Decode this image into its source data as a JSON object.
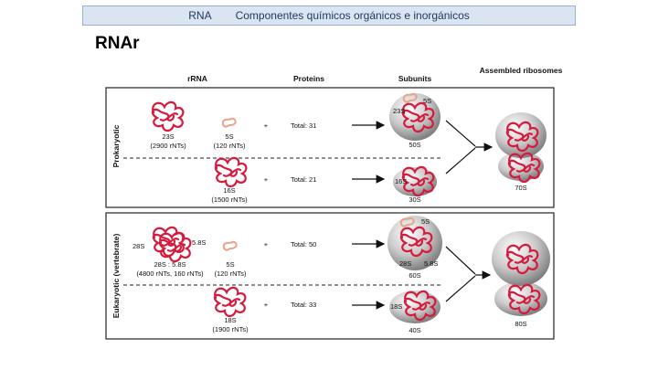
{
  "header": {
    "left": "RNA",
    "right": "Componentes químicos orgánicos e inorgánicos"
  },
  "title": "RNAr",
  "columns": {
    "rrna": "rRNA",
    "proteins": "Proteins",
    "subunits": "Subunits",
    "assembled": "Assembled ribosomes"
  },
  "prokaryotic": {
    "label": "Prokaryotic",
    "large": {
      "rrna1_name": "23S",
      "rrna1_len": "(2900 rNTs)",
      "rrna2_name": "5S",
      "rrna2_len": "(120 rNTs)",
      "plus": "+",
      "proteins": "Total:  31",
      "subunit": "50S",
      "sub_23s": "23S",
      "sub_5s": "5S"
    },
    "small": {
      "rrna_name": "16S",
      "rrna_len": "(1500 rNTs)",
      "plus": "+",
      "proteins": "Total:  21",
      "subunit": "30S",
      "sub_16s": "16S"
    },
    "ribosome": "70S"
  },
  "eukaryotic": {
    "label": "Eukaryotic (vertebrate)",
    "large": {
      "rrna1_name": "28S : 5.8S",
      "rrna1_len": "(4800 rNTs, 160 rNTs)",
      "tag_28s": "28S",
      "tag_58s": "5.8S",
      "rrna2_name": "5S",
      "rrna2_len": "(120 rNTs)",
      "plus": "+",
      "proteins": "Total:  50",
      "subunit": "60S",
      "sub_5s": "5S",
      "sub_28s": "28S",
      "sub_58s": "5.8S"
    },
    "small": {
      "rrna_name": "18S",
      "rrna_len": "(1900 rNTs)",
      "plus": "+",
      "proteins": "Total:  33",
      "subunit": "40S",
      "sub_18s": "18S"
    },
    "ribosome": "80S"
  },
  "colors": {
    "rrna": "#d7193c",
    "rrna_5s": "#e8a48a",
    "banner": "#dbe5f1",
    "sphere": "#bdbdbd"
  }
}
